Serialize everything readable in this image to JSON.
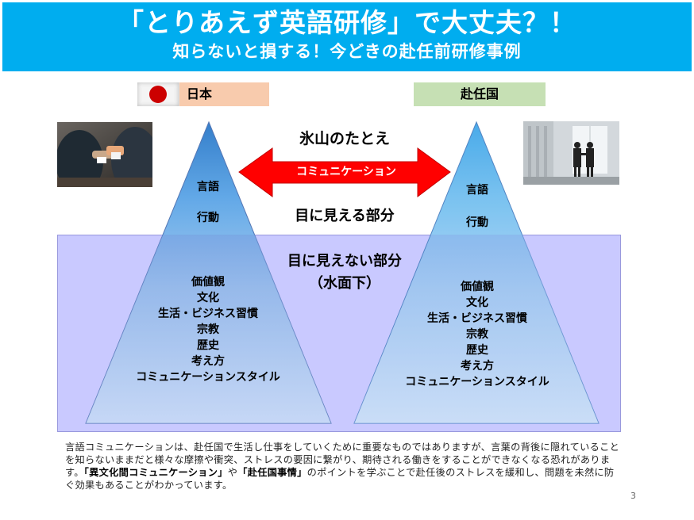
{
  "header": {
    "title": "「とりあえず英語研修」で大丈夫？！",
    "subtitle": "知らないと損する！今どきの赴任前研修事例",
    "bg_color": "#00adef"
  },
  "labels": {
    "japan": "日本",
    "host": "赴任国"
  },
  "center": {
    "metaphor": "氷山のたとえ",
    "arrow_text": "コミュニケーション",
    "visible_part": "目に見える部分",
    "invisible_part": "目に見えない部分",
    "underwater": "（水面下）"
  },
  "tip_items": [
    "言語",
    "行動"
  ],
  "hidden_items": [
    "価値観",
    "文化",
    "生活・ビジネス習慣",
    "宗教",
    "歴史",
    "考え方",
    "コミュニケーションスタイル"
  ],
  "note": {
    "part1": "言語コミュニケーションは、赴任国で生活し仕事をしていくために重要なものではありますが、言葉の背後に隠れていることを知らないままだと様々な摩擦や衝突、ストレスの要因に繋がり、期待される働きをすることができなくなる恐れがあります。",
    "emph1": "「異文化間コミュニケーション」",
    "mid": "や",
    "emph2": "「赴任国事情」",
    "part2": "のポイントを学ぶことで赴任後のストレスを緩和し、問題を未然に防ぐ効果もあることがわかっています。"
  },
  "page_number": "3",
  "colors": {
    "underwater": "#c9c9ff",
    "arrow": "#ff0000",
    "japan_label": "#f8cbad",
    "host_label": "#c6e0b4"
  }
}
